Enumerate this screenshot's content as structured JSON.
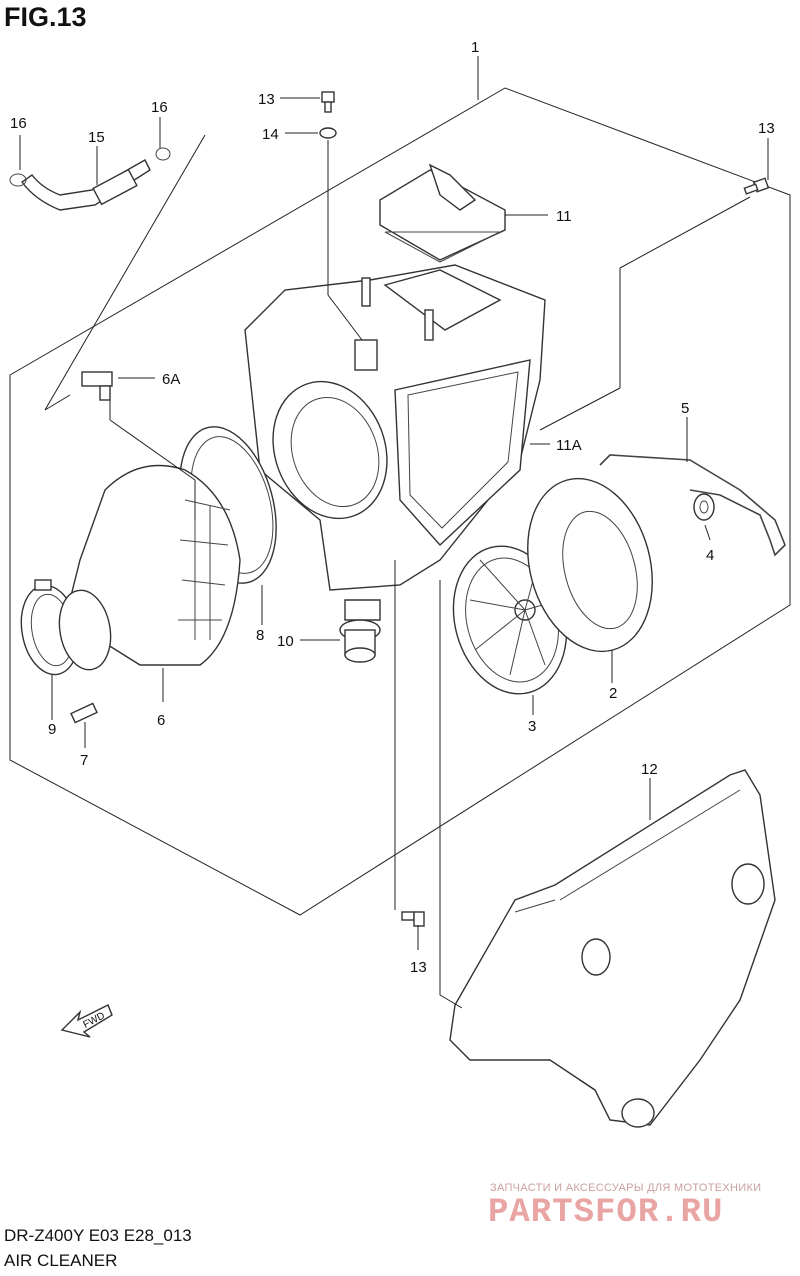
{
  "figure_title": "FIG.13",
  "model_code": "DR-Z400Y E03 E28_013",
  "section_name": "AIR CLEANER",
  "direction_arrow": "FWD",
  "watermark": {
    "caption": "ЗАПЧАСТИ И АКСЕССУАРЫ ДЛЯ МОТОТЕХНИКИ",
    "brand": "PARTSFOR.RU"
  },
  "callouts": {
    "c1": "1",
    "c2": "2",
    "c3": "3",
    "c4": "4",
    "c5": "5",
    "c6": "6",
    "c6a": "6A",
    "c7": "7",
    "c8": "8",
    "c9": "9",
    "c10": "10",
    "c11": "11",
    "c11a": "11A",
    "c12": "12",
    "c13a": "13",
    "c13b": "13",
    "c13c": "13",
    "c14": "14",
    "c15": "15",
    "c16a": "16",
    "c16b": "16"
  }
}
